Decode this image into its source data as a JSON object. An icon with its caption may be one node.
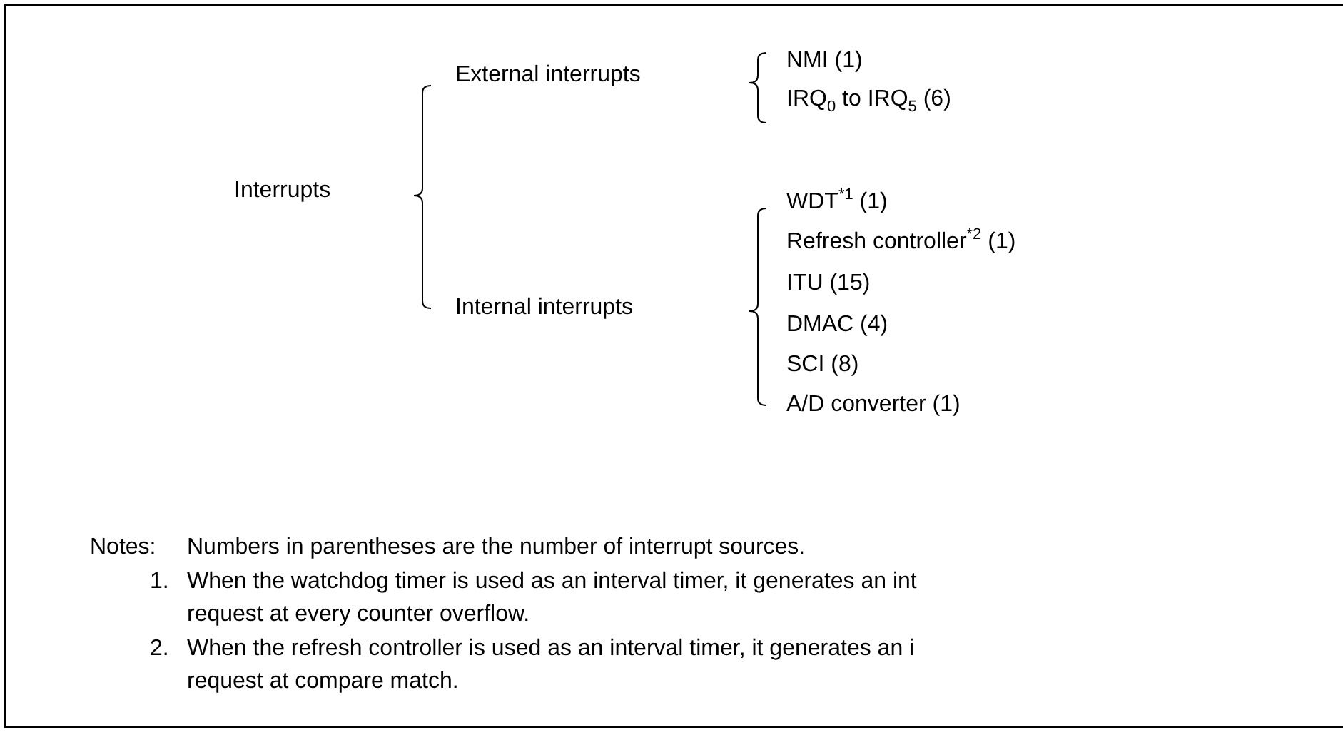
{
  "diagram": {
    "labels": [
      "Interrupts",
      "External interrupts",
      "NMI (1)",
      "IRQ$_{0}$ to IRQ$_{5}$ (6)",
      "Internal interrupts",
      "WDT$^{*1}$ (1)",
      "Refresh controller$^{*2}$ (1)",
      "ITU (15)",
      "DMAC (4)",
      "SCI (8)",
      "A/D converter (1)",
      "Notes:",
      "Numbers in parentheses are the number of interrupt sources.",
      "1.",
      "When the watchdog timer is used as an interval timer, it generates an int",
      "request at every counter overflow.",
      "2.",
      "When the refresh controller is used as an interval timer, it generates an i",
      "request at compare match."
    ]
  }
}
